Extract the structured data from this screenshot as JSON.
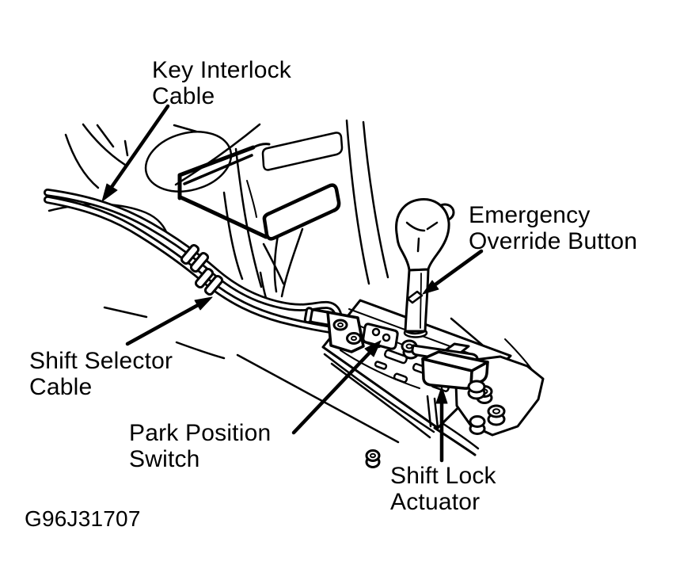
{
  "figure": {
    "code": "G96J31707",
    "ink_color": "#000000",
    "background_color": "#ffffff"
  },
  "callouts": {
    "key_interlock": {
      "text": "Key Interlock\nCable"
    },
    "emergency_override": {
      "text": "Emergency\nOverride Button"
    },
    "shift_selector": {
      "text": "Shift Selector\nCable"
    },
    "park_position": {
      "text": "Park Position\nSwitch"
    },
    "shift_lock": {
      "text": "Shift Lock\nActuator"
    }
  }
}
